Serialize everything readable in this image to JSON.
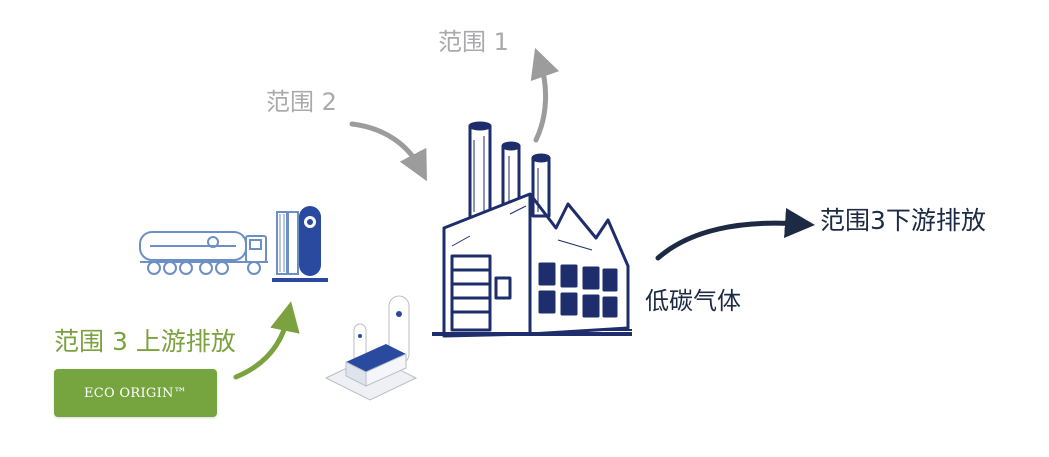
{
  "labels": {
    "scope1": "范围 1",
    "scope2": "范围 2",
    "scope3_upstream": "范围 3 上游排放",
    "scope3_downstream": "范围3下游排放",
    "low_carbon_gas": "低碳气体"
  },
  "button": {
    "eco_origin": "ECO ORIGIN™"
  },
  "colors": {
    "grey_label": "#a9aaac",
    "green": "#76a540",
    "navy": "#1c2a44",
    "factory_blue": "#1e2d6b",
    "tank_blue": "#2a4aa0"
  },
  "icons": [
    "factory-sketch-icon",
    "tanker-truck-icon",
    "storage-tank-icon",
    "gas-plant-icon"
  ]
}
